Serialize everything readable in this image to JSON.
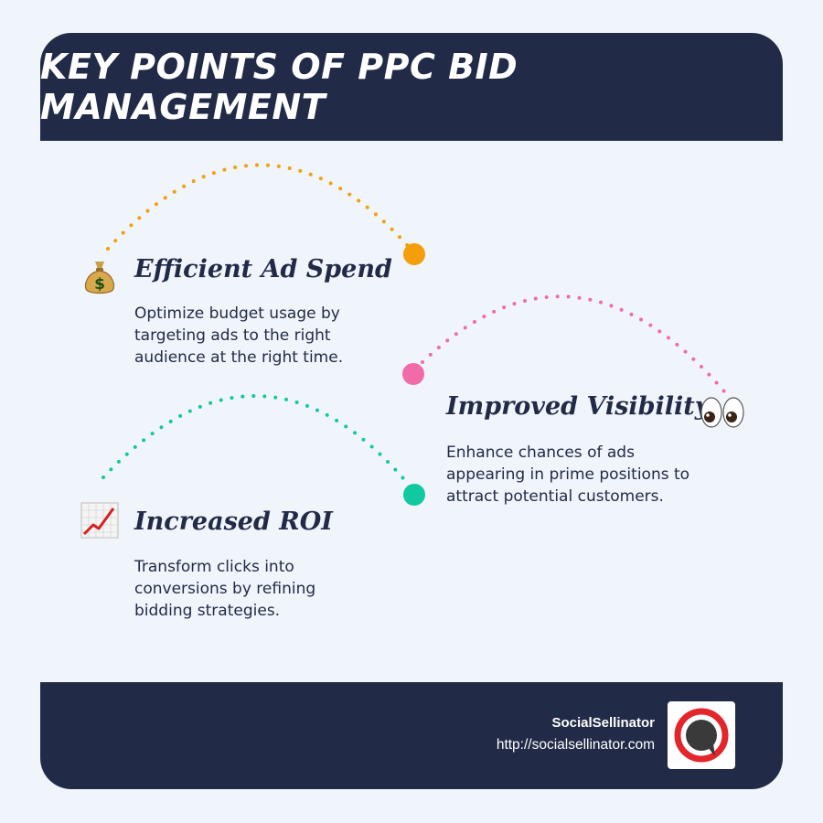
{
  "title": "KEY POINTS OF PPC BID MANAGEMENT",
  "points": [
    {
      "icon": "money-bag-icon",
      "title": "Efficient Ad Spend",
      "lines": [
        "Optimize budget usage by",
        "targeting ads to the right",
        "audience at the right time."
      ],
      "color": "#f59e0b"
    },
    {
      "icon": "eyes-icon",
      "title": "Improved Visibility",
      "lines": [
        "Enhance chances of ads",
        "appearing in prime positions to",
        "attract potential customers."
      ],
      "color": "#f06ba8"
    },
    {
      "icon": "chart-increasing-icon",
      "title": "Increased ROI",
      "lines": [
        "Transform clicks into",
        "conversions by refining",
        "bidding strategies."
      ],
      "color": "#10c9a0"
    }
  ],
  "footer": {
    "brand": "SocialSellinator",
    "url": "http://socialsellinator.com"
  },
  "colors": {
    "navy": "#212b47",
    "background": "#f0f4fb",
    "logo_red": "#e3262b",
    "logo_gray": "#3a3a3a"
  }
}
